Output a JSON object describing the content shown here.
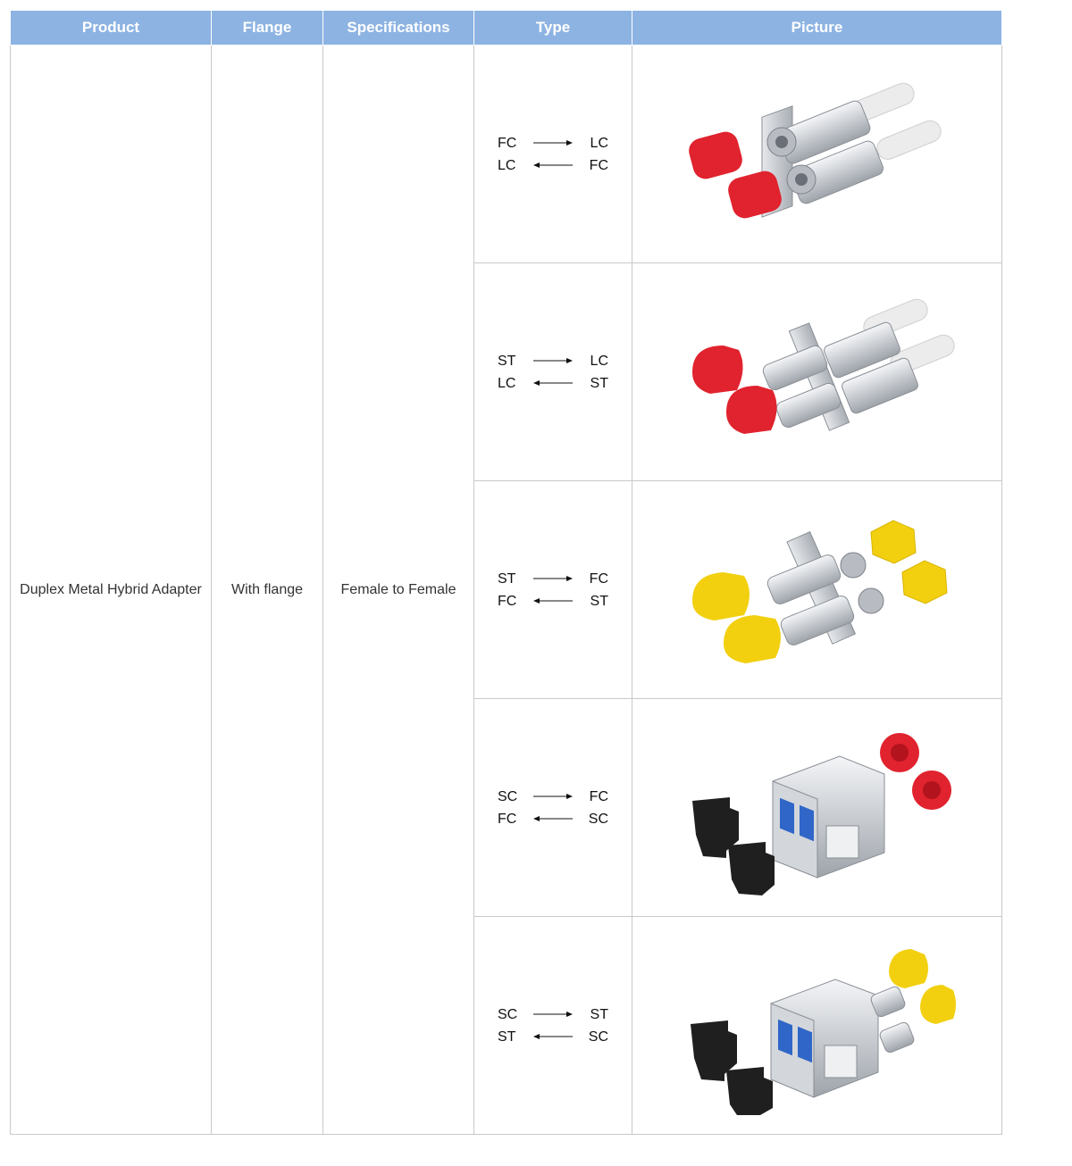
{
  "headers": [
    "Product",
    "Flange",
    "Specifications",
    "Type",
    "Picture"
  ],
  "product": "Duplex Metal Hybrid Adapter",
  "flange": "With flange",
  "specifications": "Female to Female",
  "rows": [
    {
      "from": "FC",
      "to": "LC",
      "picture": "fc-lc-duplex-adapter-image",
      "colors": {
        "left_cap": "#e0232e",
        "right_cap": "#ececec"
      }
    },
    {
      "from": "ST",
      "to": "LC",
      "picture": "st-lc-duplex-adapter-image",
      "colors": {
        "left_cap": "#e0232e",
        "right_cap": "#ececec"
      }
    },
    {
      "from": "ST",
      "to": "FC",
      "picture": "st-fc-duplex-adapter-image",
      "colors": {
        "left_cap": "#f2d010",
        "right_cap": "#f2d010"
      }
    },
    {
      "from": "SC",
      "to": "FC",
      "picture": "sc-fc-duplex-adapter-image",
      "colors": {
        "left_cap": "#1f1f1f",
        "right_cap": "#e0232e"
      }
    },
    {
      "from": "SC",
      "to": "ST",
      "picture": "sc-st-duplex-adapter-image",
      "colors": {
        "left_cap": "#1f1f1f",
        "right_cap": "#f2d010"
      }
    }
  ],
  "colors": {
    "header_bg": "#8db3e2",
    "header_text": "#ffffff",
    "border": "#c9c9c9",
    "metal": "#c9cdd2"
  }
}
